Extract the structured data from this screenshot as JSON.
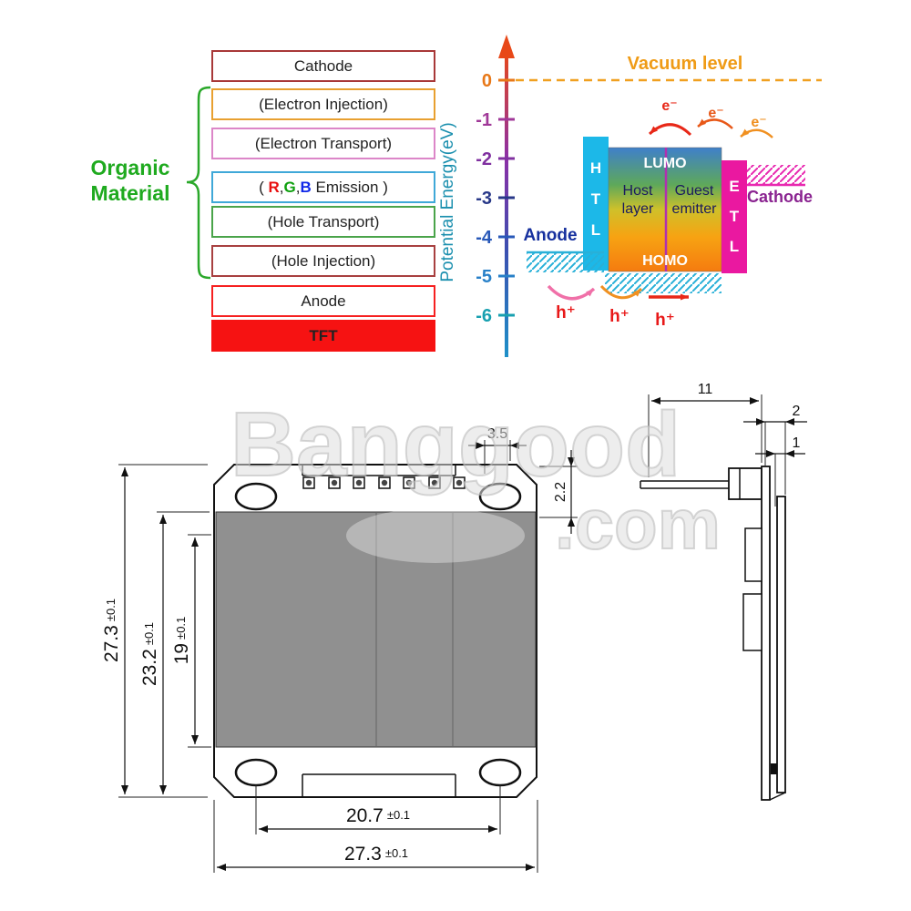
{
  "watermark": {
    "line1": "Banggood",
    "line2": ".com"
  },
  "stack": {
    "organic": {
      "line1": "Organic",
      "line2": "Material"
    },
    "layers": [
      {
        "label": "Cathode"
      },
      {
        "label": "(Electron Injection)"
      },
      {
        "label": "(Electron Transport)"
      },
      {
        "label": "( R,G,B Emission )"
      },
      {
        "label": "(Hole Transport)"
      },
      {
        "label": "(Hole Injection)"
      },
      {
        "label": "Anode"
      },
      {
        "label": "TFT"
      }
    ],
    "rgb": {
      "open": "( ",
      "r": "R",
      "c1": ",",
      "g": "G",
      "c2": ",",
      "b": "B",
      "rest": " Emission )"
    }
  },
  "energy": {
    "axis_label": "Potential Energy(eV)",
    "vacuum_label": "Vacuum level",
    "ticks": [
      {
        "label": "0",
        "color": "#e87818"
      },
      {
        "label": "-1",
        "color": "#a03898"
      },
      {
        "label": "-2",
        "color": "#8030a0"
      },
      {
        "label": "-3",
        "color": "#283888"
      },
      {
        "label": "-4",
        "color": "#2858b8"
      },
      {
        "label": "-5",
        "color": "#2880c8"
      },
      {
        "label": "-6",
        "color": "#18a0b0"
      }
    ],
    "htl": [
      "H",
      "T",
      "L"
    ],
    "etl": [
      "E",
      "T",
      "L"
    ],
    "lumo": "LUMO",
    "homo": "HOMO",
    "host": {
      "line1": "Host",
      "line2": "layer"
    },
    "guest": {
      "line1": "Guest",
      "line2": "emitter"
    },
    "anode": "Anode",
    "cathode": "Cathode",
    "electron": "e⁻",
    "hole": "h⁺"
  },
  "mech": {
    "front": {
      "overall_height": {
        "value": "27.3",
        "tol": "±0.1"
      },
      "inner_height": {
        "value": "23.2",
        "tol": "±0.1"
      },
      "active_height": {
        "value": "19",
        "tol": "±0.1"
      },
      "hole_span": {
        "value": "20.7",
        "tol": "±0.1"
      },
      "overall_width": {
        "value": "27.3",
        "tol": "±0.1"
      },
      "pin_offset": {
        "value": "3.5"
      },
      "pin_band": {
        "value": "2.2"
      }
    },
    "side": {
      "depth": {
        "value": "11"
      },
      "step": {
        "value": "2"
      },
      "glass": {
        "value": "1"
      }
    }
  },
  "colors": {
    "organic_green": "#1faa1f",
    "tft_red": "#f61212",
    "anode_red": "#f62020",
    "axis_teal": "#1a8fae",
    "vacuum_orange": "#ef9b16",
    "htl_cyan": "#1cb8e8",
    "etl_magenta": "#ea18a0",
    "anode_navy": "#16309e",
    "cathode_purple": "#8a2390",
    "electron_red": "#e82818",
    "hole_red": "#e81818",
    "display_gray": "#909090",
    "watermark_gray": "#c9c9c9"
  }
}
